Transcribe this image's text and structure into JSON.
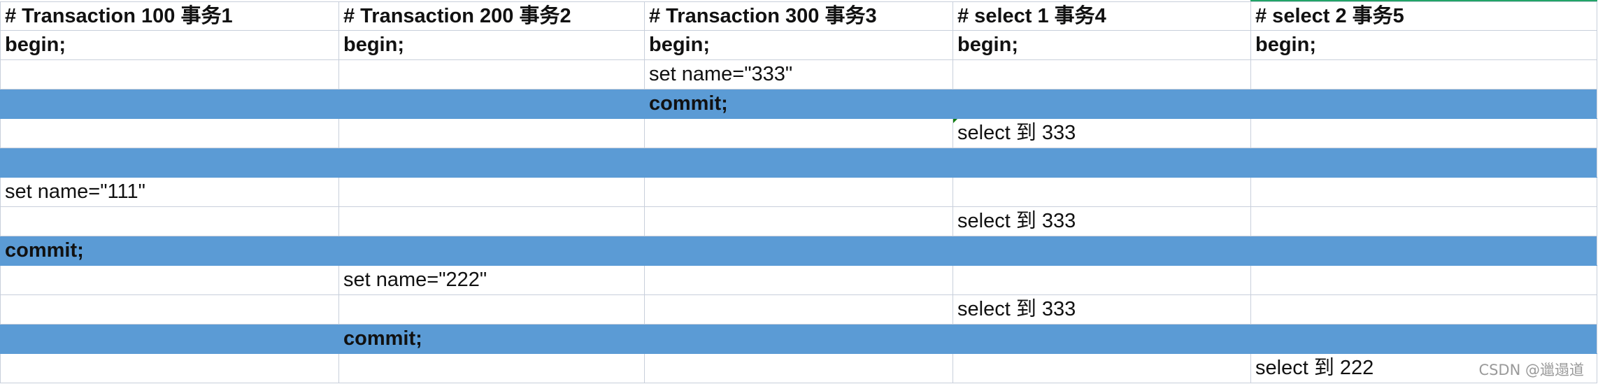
{
  "theme": {
    "highlight_color": "#5b9bd5",
    "grid_color": "#c8cfdb",
    "selection_color": "#21a366",
    "indicator_color": "#107c10"
  },
  "headers": [
    "# Transaction 100 事务1",
    "# Transaction 200 事务2",
    "# Transaction 300 事务3",
    "# select 1 事务4",
    "# select 2 事务5"
  ],
  "rows": [
    {
      "highlight": false,
      "bold": true,
      "cells": [
        "begin;",
        "begin;",
        "begin;",
        "begin;",
        "begin;"
      ]
    },
    {
      "highlight": false,
      "bold": false,
      "cells": [
        "",
        "",
        "set name=\"333\"",
        "",
        ""
      ]
    },
    {
      "highlight": true,
      "bold": true,
      "cells": [
        "",
        "",
        "commit;",
        "",
        ""
      ]
    },
    {
      "highlight": false,
      "bold": false,
      "cells": [
        "",
        "",
        "",
        "select 到 333",
        ""
      ]
    },
    {
      "highlight": true,
      "bold": false,
      "cells": [
        "",
        "",
        "",
        "",
        ""
      ]
    },
    {
      "highlight": false,
      "bold": false,
      "cells": [
        "set name=\"111\"",
        "",
        "",
        "",
        ""
      ]
    },
    {
      "highlight": false,
      "bold": false,
      "cells": [
        "",
        "",
        "",
        "select 到 333",
        ""
      ]
    },
    {
      "highlight": true,
      "bold": true,
      "cells": [
        "commit;",
        "",
        "",
        "",
        ""
      ]
    },
    {
      "highlight": false,
      "bold": false,
      "cells": [
        "",
        "set name=\"222\"",
        "",
        "",
        ""
      ]
    },
    {
      "highlight": false,
      "bold": false,
      "cells": [
        "",
        "",
        "",
        "select 到 333",
        ""
      ]
    },
    {
      "highlight": true,
      "bold": true,
      "cells": [
        "",
        "commit;",
        "",
        "",
        ""
      ]
    },
    {
      "highlight": false,
      "bold": false,
      "cells": [
        "",
        "",
        "",
        "",
        "select 到 222"
      ]
    }
  ],
  "watermark": "CSDN @邋遢道"
}
